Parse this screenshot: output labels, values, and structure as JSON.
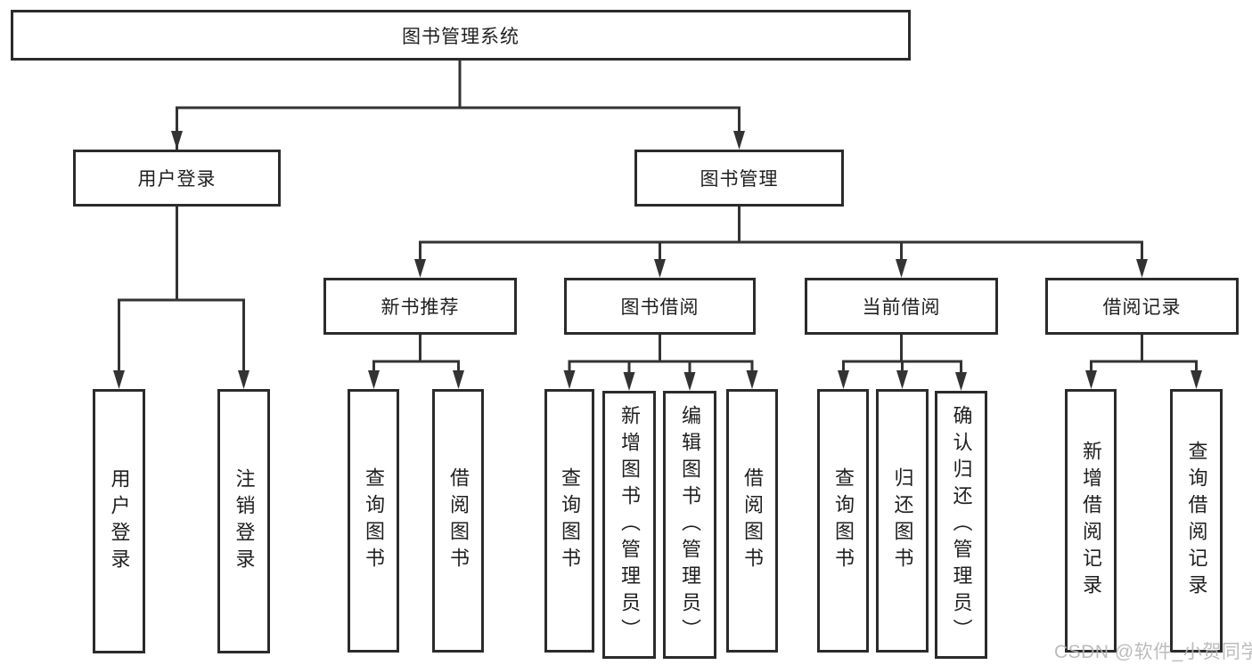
{
  "diagram": {
    "root": "图书管理系统",
    "level2": {
      "user_login": "用户登录",
      "book_mgmt": "图书管理"
    },
    "level3": {
      "new_books": "新书推荐",
      "borrow": "图书借阅",
      "current": "当前借阅",
      "records": "借阅记录"
    },
    "leaves": {
      "user_login": [
        "用户登录",
        "注销登录"
      ],
      "new_books": [
        "查询图书",
        "借阅图书"
      ],
      "borrow": [
        "查询图书",
        "新增图书（管理员）",
        "编辑图书（管理员）",
        "借阅图书"
      ],
      "current": [
        "查询图书",
        "归还图书",
        "确认归还（管理员）"
      ],
      "records": [
        "新增借阅记录",
        "查询借阅记录"
      ]
    }
  },
  "watermark": "CSDN @软件_小贺同学",
  "colors": {
    "line": "#333333",
    "border": "#2b2b2b",
    "text": "#1f1f1f",
    "background": "#ffffff",
    "watermark": "#b5b5b5"
  }
}
